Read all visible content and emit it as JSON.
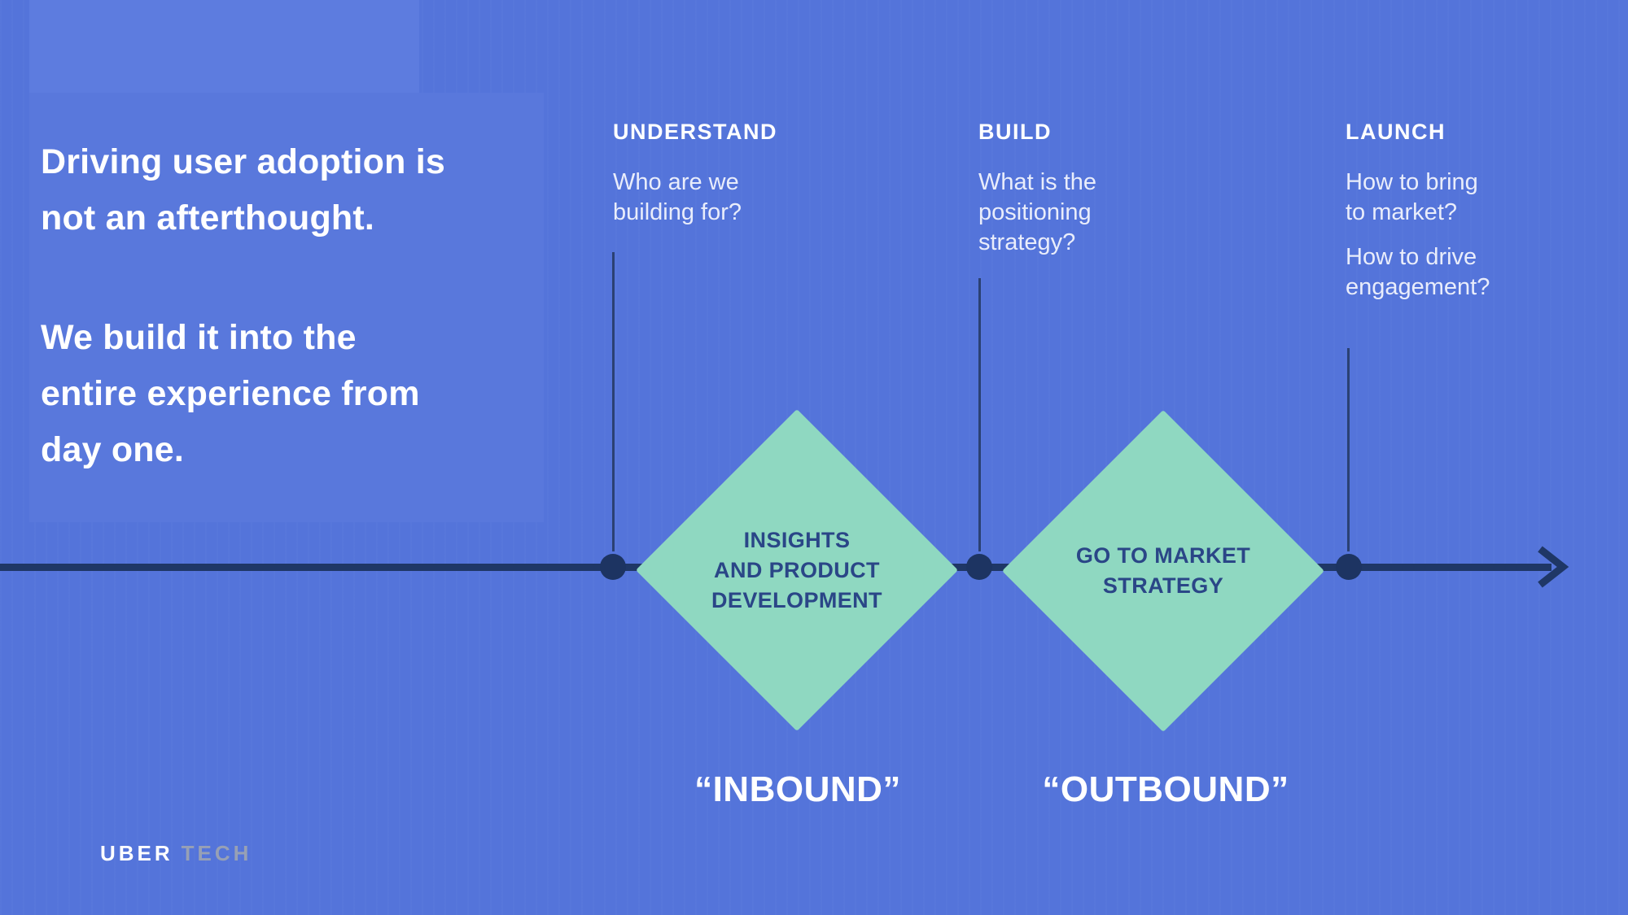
{
  "colors": {
    "background": "#5474da",
    "intro_panel": "#5978dc",
    "top_strip": "#5d7cdf",
    "timeline_navy": "#1f3766",
    "dot_navy": "#1d3462",
    "connector_navy": "#2b4173",
    "diamond_green": "#8fd8c1",
    "diamond_text_blue": "#2a4687",
    "body_text": "#e9edfb",
    "white": "#ffffff",
    "tech_gray": "#97a0b5"
  },
  "headline": {
    "para1": [
      "Driving user adoption is",
      "not an afterthought."
    ],
    "para2": [
      "We build it into the",
      "entire experience from",
      "day one."
    ]
  },
  "phases": [
    {
      "title": "UNDERSTAND",
      "paragraphs": [
        [
          "Who are we",
          "building for?"
        ]
      ]
    },
    {
      "title": "BUILD",
      "paragraphs": [
        [
          "What is the",
          "positioning",
          "strategy?"
        ]
      ]
    },
    {
      "title": "LAUNCH",
      "paragraphs": [
        [
          "How to bring",
          "to market?"
        ],
        [
          "How to drive",
          "engagement?"
        ]
      ]
    }
  ],
  "diamonds": [
    {
      "lines": [
        "INSIGHTS",
        "AND PRODUCT",
        "DEVELOPMENT"
      ],
      "label": "“INBOUND”"
    },
    {
      "lines": [
        "GO TO MARKET",
        "STRATEGY"
      ],
      "label": "“OUTBOUND”"
    }
  ],
  "footer": {
    "brand": "UBER",
    "suffix": "TECH"
  }
}
